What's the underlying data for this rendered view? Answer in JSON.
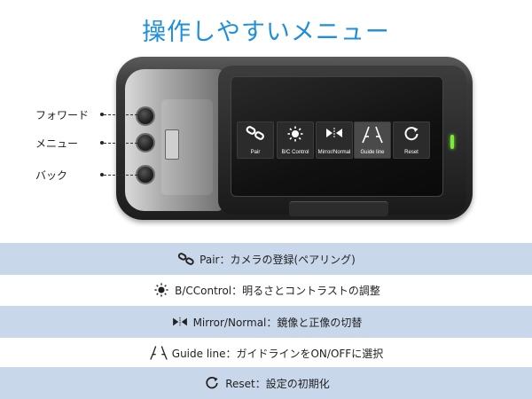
{
  "title": "操作しやすいメニュー",
  "side_buttons": [
    {
      "label": "フォワード"
    },
    {
      "label": "メニュー"
    },
    {
      "label": "バック"
    }
  ],
  "screen_menu": [
    {
      "label": "Pair",
      "icon": "chain-link-icon"
    },
    {
      "label": "B/C Control",
      "icon": "brightness-icon"
    },
    {
      "label": "Mirror/Normal",
      "icon": "mirror-icon"
    },
    {
      "label": "Guide line",
      "icon": "guide-line-icon"
    },
    {
      "label": "Reset",
      "icon": "reset-icon"
    }
  ],
  "legend": [
    {
      "text": "Pair：カメラの登録(ペアリング)",
      "icon": "chain-link-icon"
    },
    {
      "text": "B/CControl：明るさとコントラストの調整",
      "icon": "brightness-icon"
    },
    {
      "text": "Mirror/Normal：鏡像と正像の切替",
      "icon": "mirror-icon"
    },
    {
      "text": "Guide line：ガイドラインをON/OFFに選択",
      "icon": "guide-line-icon"
    },
    {
      "text": "Reset：設定の初期化",
      "icon": "reset-icon"
    }
  ],
  "colors": {
    "title": "#1e8fd8",
    "band": "#c9d7ea",
    "led": "#7dea3a"
  }
}
